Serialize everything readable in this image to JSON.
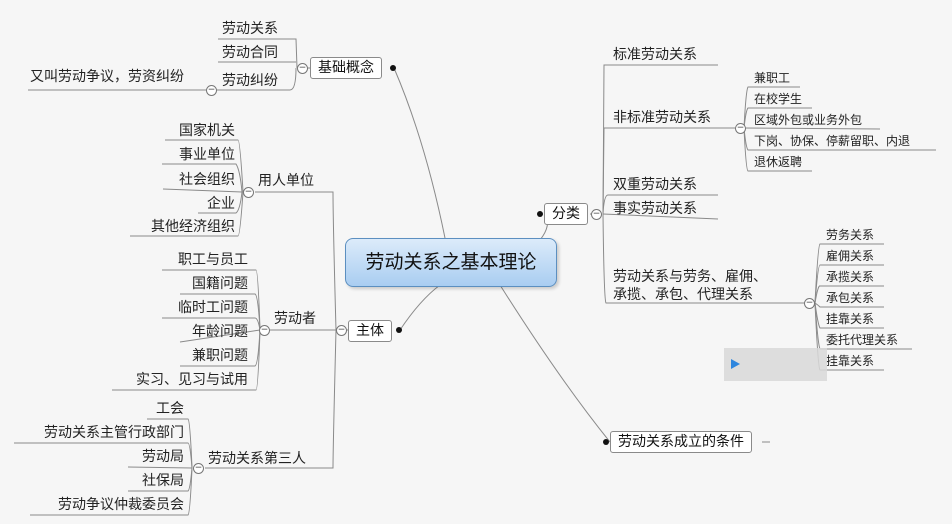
{
  "root": "劳动关系之基本理论",
  "jichu": {
    "label": "基础概念",
    "items": [
      "劳动关系",
      "劳动合同",
      "劳动纠纷"
    ],
    "sub_note": "又叫劳动争议，劳资纠纷"
  },
  "zhuti": {
    "label": "主体",
    "yongren": {
      "label": "用人单位",
      "items": [
        "国家机关",
        "事业单位",
        "社会组织",
        "企业",
        "其他经济组织"
      ]
    },
    "laodongzhe": {
      "label": "劳动者",
      "items": [
        "职工与员工",
        "国籍问题",
        "临时工问题",
        "年龄问题",
        "兼职问题",
        "实习、见习与试用"
      ]
    },
    "disanren": {
      "label": "劳动关系第三人",
      "items": [
        "工会",
        "劳动关系主管行政部门",
        "劳动局",
        "社保局",
        "劳动争议仲裁委员会"
      ]
    }
  },
  "fenlei": {
    "label": "分类",
    "biaozhun": "标准劳动关系",
    "feibiaozhun": {
      "label": "非标准劳动关系",
      "items": [
        "兼职工",
        "在校学生",
        "区域外包或业务外包",
        "下岗、协保、停薪留职、内退",
        "退休返聘"
      ]
    },
    "shuangchong": "双重劳动关系",
    "shishi": "事实劳动关系",
    "bijiao": {
      "label_line1": "劳动关系与劳务、雇佣、",
      "label_line2": "承揽、承包、代理关系",
      "items": [
        "劳务关系",
        "雇佣关系",
        "承揽关系",
        "承包关系",
        "挂靠关系",
        "委托代理关系",
        "挂靠关系"
      ]
    }
  },
  "tiaojian": "劳动关系成立的条件",
  "colors": {
    "root_fill": "#a9cdf1",
    "root_border": "#5c8fc0",
    "line": "#8a8a8a",
    "play": "#2e86de"
  }
}
